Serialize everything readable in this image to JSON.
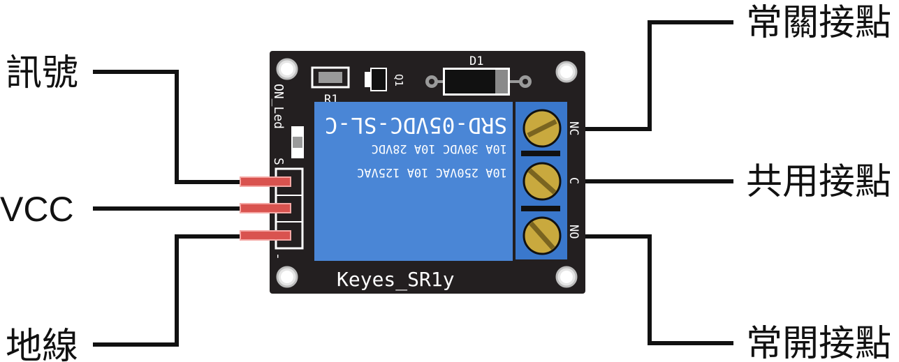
{
  "labels": {
    "signal": "訊號",
    "vcc": "VCC",
    "ground": "地線",
    "normally_closed": "常關接點",
    "common": "共用接點",
    "normally_open": "常開接點"
  },
  "board": {
    "name": "Keyes_SR1y",
    "led_label": "ON_Led",
    "pin_s": "S",
    "pin_minus": "-",
    "r1": "R1",
    "q1": "Q1",
    "d1": "D1",
    "nc": "NC",
    "c": "C",
    "no": "NO"
  },
  "relay": {
    "model": "SRD-05VDC-SL-C",
    "rating_dc": "10A  30VDC  10A  28VDC",
    "rating_ac": "10A 250VAC  10A 125VAC"
  },
  "colors": {
    "board": "#231f20",
    "relay": "#4a86d6",
    "terminal": "#3a78cc",
    "screw": "#c9a93e",
    "pin": "#d9534f",
    "wire": "#111111"
  }
}
